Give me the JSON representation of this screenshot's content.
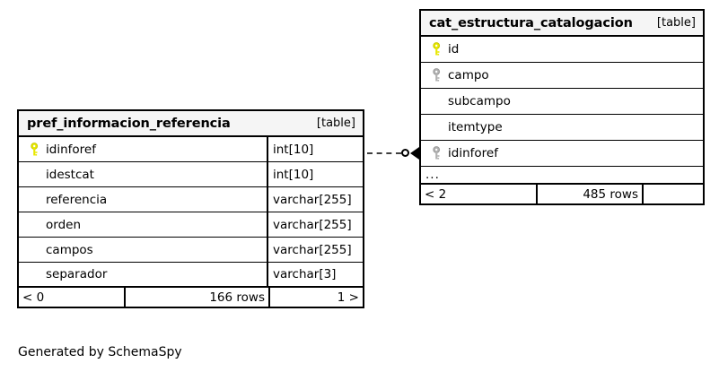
{
  "diagram": {
    "generated_by": "Generated by SchemaSpy",
    "table_kind_label": "[table]"
  },
  "tables": [
    {
      "id": "pref_informacion_referencia",
      "name": "pref_informacion_referencia",
      "kind": "[table]",
      "columns": [
        {
          "name": "idinforef",
          "type": "int[10]",
          "key": "primary"
        },
        {
          "name": "idestcat",
          "type": "int[10]",
          "key": "none"
        },
        {
          "name": "referencia",
          "type": "varchar[255]",
          "key": "none"
        },
        {
          "name": "orden",
          "type": "varchar[255]",
          "key": "none"
        },
        {
          "name": "campos",
          "type": "varchar[255]",
          "key": "none"
        },
        {
          "name": "separador",
          "type": "varchar[3]",
          "key": "none"
        }
      ],
      "has_ellipsis": false,
      "footer": {
        "parents": "< 0",
        "rows": "166 rows",
        "children": "1 >"
      }
    },
    {
      "id": "cat_estructura_catalogacion",
      "name": "cat_estructura_catalogacion",
      "kind": "[table]",
      "columns": [
        {
          "name": "id",
          "type": "",
          "key": "primary"
        },
        {
          "name": "campo",
          "type": "",
          "key": "indexed"
        },
        {
          "name": "subcampo",
          "type": "",
          "key": "none"
        },
        {
          "name": "itemtype",
          "type": "",
          "key": "none"
        },
        {
          "name": "idinforef",
          "type": "",
          "key": "indexed"
        }
      ],
      "has_ellipsis": true,
      "ellipsis": "...",
      "footer": {
        "parents": "< 2",
        "rows": "485 rows",
        "children": ""
      }
    }
  ],
  "relationship": {
    "from_table": "pref_informacion_referencia",
    "from_column": "idinforef",
    "to_table": "cat_estructura_catalogacion",
    "to_column": "idinforef",
    "style": "dashed",
    "end_marker": "zero-or-many"
  },
  "colors": {
    "primary_key": "#e8e800",
    "indexed_key": "#b0b0b0",
    "border": "#000000",
    "header_bg": "#f5f5f5",
    "background": "#ffffff"
  }
}
